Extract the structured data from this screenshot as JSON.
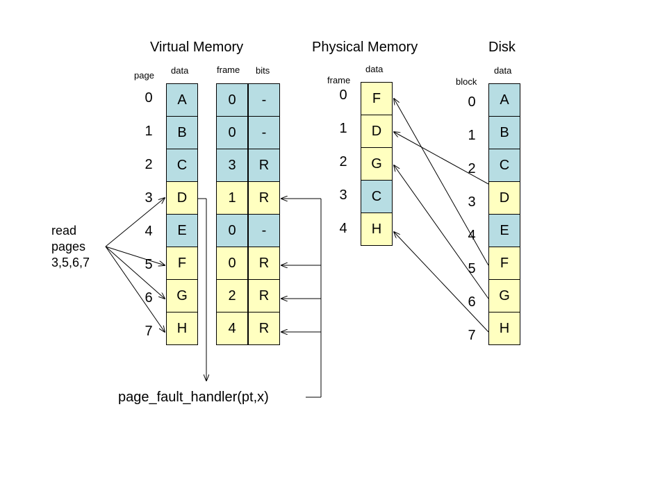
{
  "titles": {
    "virtual": "Virtual Memory",
    "physical": "Physical Memory",
    "disk": "Disk"
  },
  "headers": {
    "page": "page",
    "vm_data": "data",
    "frame": "frame",
    "bits": "bits",
    "pm_frame": "frame",
    "pm_data": "data",
    "block": "block",
    "disk_data": "data"
  },
  "virtual_memory": {
    "pages": [
      "0",
      "1",
      "2",
      "3",
      "4",
      "5",
      "6",
      "7"
    ],
    "data": [
      "A",
      "B",
      "C",
      "D",
      "E",
      "F",
      "G",
      "H"
    ],
    "frames": [
      "0",
      "0",
      "3",
      "1",
      "0",
      "0",
      "2",
      "4"
    ],
    "bits": [
      "-",
      "-",
      "R",
      "R",
      "-",
      "R",
      "R",
      "R"
    ],
    "highlight": [
      false,
      false,
      false,
      true,
      false,
      true,
      true,
      true
    ]
  },
  "physical_memory": {
    "frames": [
      "0",
      "1",
      "2",
      "3",
      "4"
    ],
    "data": [
      "F",
      "D",
      "G",
      "C",
      "H"
    ],
    "highlight": [
      true,
      true,
      true,
      false,
      true
    ]
  },
  "disk": {
    "blocks": [
      "0",
      "1",
      "2",
      "3",
      "4",
      "5",
      "6",
      "7"
    ],
    "data": [
      "A",
      "B",
      "C",
      "D",
      "E",
      "F",
      "G",
      "H"
    ],
    "highlight": [
      false,
      false,
      false,
      true,
      false,
      true,
      true,
      true
    ]
  },
  "read_label": [
    "read",
    "pages",
    "3,5,6,7"
  ],
  "handler_label": "page_fault_handler(pt,x)",
  "colors": {
    "teal": "#b7dde3",
    "yellow": "#ffffc0"
  }
}
